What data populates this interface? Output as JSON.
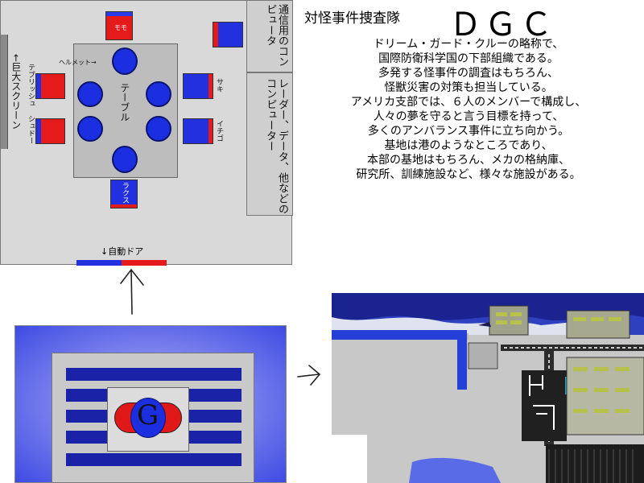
{
  "heading": {
    "team": "対怪事件捜査隊",
    "acronym": "ＤＧＣ"
  },
  "description": [
    "ドリーム・ガード・クルーの略称で、",
    "国際防衛科学国の下部組織である。",
    "多発する怪事件の調査はもちろん、",
    "怪獣災害の対策も担当している。",
    "アメリカ支部では、６人のメンバーで構成し、",
    "人々の夢を守ると言う目標を持って、",
    "多くのアンバランス事件に立ち向かう。",
    "基地は港のようなところであり、",
    "本部の基地はもちろん、メカの格納庫、",
    "研究所、訓練施設など、様々な施設がある。"
  ],
  "floor_plan": {
    "comm_computer": "通信用のコンピュータ",
    "radar_computer": "レーダー、データ、他などのコンピューター",
    "table": "テーブル",
    "big_screen": "←巨大スクリーン",
    "auto_door": "↓自動ドア",
    "helmet": "ヘルメット→",
    "members": {
      "momo": "モモ",
      "saki": "サキ",
      "ichigo": "イチゴ",
      "teburisshu": "テブリッシュ",
      "shudo": "シュドー",
      "bottom": "ラクス"
    }
  },
  "emblem": {
    "letter": "G"
  },
  "colors": {
    "blue": "#1c2fe0",
    "red": "#e01818",
    "gray": "#d9d9d9"
  }
}
